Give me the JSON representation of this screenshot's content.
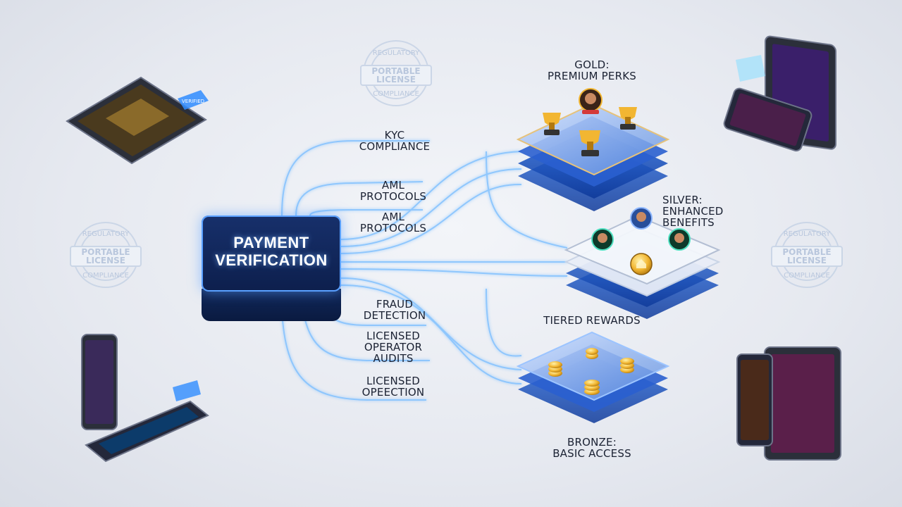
{
  "hub": {
    "title_line1": "PAYMENT",
    "title_line2": "VERIFICATION"
  },
  "connections": [
    {
      "line1": "KYC",
      "line2": "COMPLIANCE"
    },
    {
      "line1": "AML",
      "line2": "PROTOCOLS"
    },
    {
      "line1": "AML",
      "line2": "PROTOCOLS"
    },
    {
      "line1": "FRAUD",
      "line2": "DETECTION"
    },
    {
      "line1": "LICENSED",
      "line2": "OPERATOR",
      "line3": "AUDITS"
    },
    {
      "line1": "LICENSED",
      "line2": "OPEECTION"
    }
  ],
  "tiers": {
    "gold": {
      "line1": "GOLD:",
      "line2": "PREMIUM PERKS"
    },
    "silver": {
      "line1": "SILVER:",
      "line2": "ENHANCED BENEFITS"
    },
    "tiered_rewards": "TIERED REWARDS",
    "bronze": {
      "line1": "BRONZE:",
      "line2": "BASIC ACCESS"
    }
  },
  "stamps": [
    {
      "top": "REGULATORY",
      "line1": "PORTABLE",
      "line2": "LICENSE",
      "bottom": "COMPLIANCE"
    },
    {
      "top": "REGULATORY",
      "line1": "PORTABLE",
      "line2": "LICENSE",
      "bottom": "COMPLIANCE"
    },
    {
      "top": "REGULATORY",
      "line1": "PORTABLE",
      "line2": "LICENSE",
      "bottom": "COMPLIANCE"
    }
  ],
  "devices": {
    "badge": "VERIFIED"
  },
  "colors": {
    "accent": "#4f9dff",
    "gold": "#f2b632",
    "platform": "#1c4fb8",
    "hub": "#0d1f4d"
  }
}
